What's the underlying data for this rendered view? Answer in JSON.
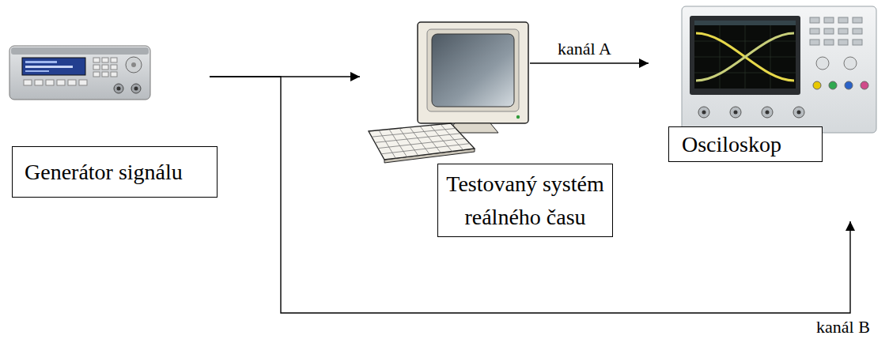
{
  "diagram": {
    "nodes": [
      {
        "text": [
          "Generátor signálu"
        ]
      },
      {
        "text": [
          "Testovaný systém reálného času"
        ]
      },
      {
        "text": [
          "Osciloskop"
        ]
      }
    ],
    "edges": [
      {
        "from": 0,
        "to": 1,
        "arrow": "to"
      },
      {
        "from": 1,
        "to": 2,
        "arrow": "to",
        "label": "kanál A"
      },
      {
        "from": 0,
        "to": 2,
        "arrow": "to",
        "label": "kanál B"
      }
    ]
  }
}
